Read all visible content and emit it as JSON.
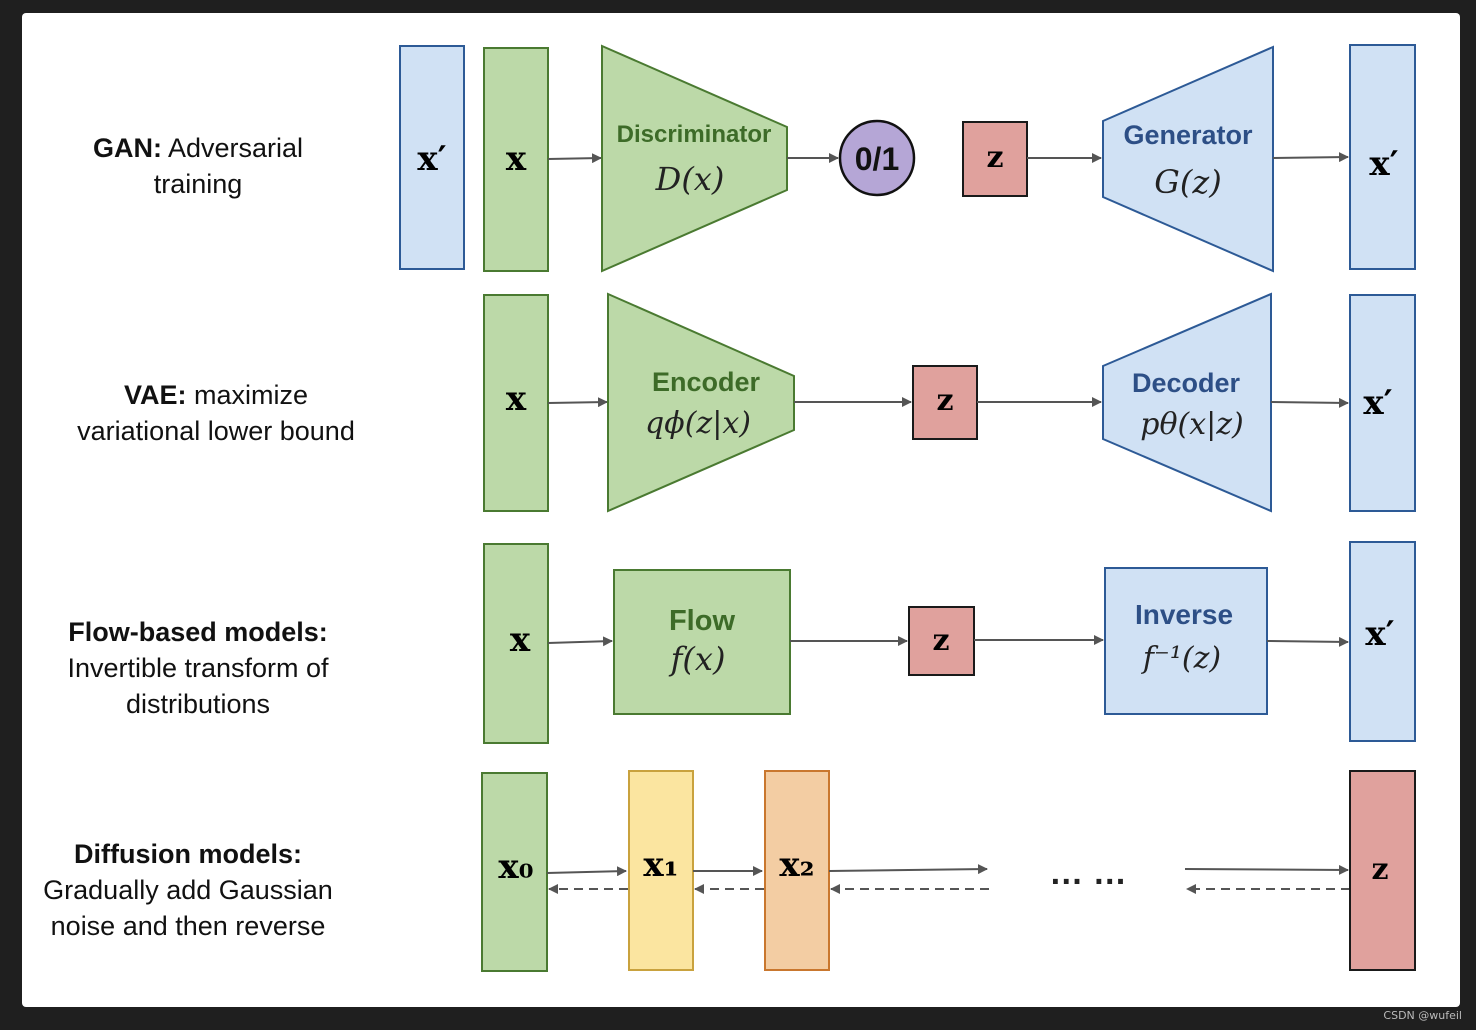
{
  "rows": {
    "gan": {
      "title": "GAN:",
      "desc_lines": [
        "Adversarial",
        "training"
      ],
      "x_prime_left": "x′",
      "x": "x",
      "discriminator_name": "Discriminator",
      "discriminator_formula": "D(x)",
      "output": "0/1",
      "z": "z",
      "generator_name": "Generator",
      "generator_formula": "G(z)",
      "x_prime_right": "x′"
    },
    "vae": {
      "title": "VAE:",
      "desc_lines": [
        "maximize",
        "variational lower bound"
      ],
      "x": "x",
      "encoder_name": "Encoder",
      "encoder_formula": "qϕ(z|x)",
      "z": "z",
      "decoder_name": "Decoder",
      "decoder_formula": "pθ(x|z)",
      "x_prime": "x′"
    },
    "flow": {
      "title": "Flow-based models:",
      "desc_lines": [
        "Invertible transform of",
        "distributions"
      ],
      "x": "x",
      "flow_name": "Flow",
      "flow_formula": "f(x)",
      "z": "z",
      "inverse_name": "Inverse",
      "inverse_formula": "f⁻¹(z)",
      "x_prime": "x′"
    },
    "diffusion": {
      "title": "Diffusion models:",
      "desc_lines": [
        "Gradually add Gaussian",
        "noise and then reverse"
      ],
      "x0": "x₀",
      "x1": "x₁",
      "x2": "x₂",
      "ellipsis": "… …",
      "z": "z"
    }
  },
  "colors": {
    "green_fill": "#bcd9a8",
    "green_stroke": "#4a7a31",
    "blue_fill": "#d0e1f4",
    "blue_stroke": "#2d5a96",
    "red_fill": "#e0a19d",
    "red_stroke": "#1a1a1a",
    "purple_fill": "#b5a6d6",
    "yellow_fill": "#fbe5a0",
    "yellow_stroke": "#c9a23e",
    "orange_fill": "#f3cda3",
    "orange_stroke": "#c9772e",
    "arrow": "#555555"
  },
  "watermark": "CSDN @wufeil"
}
